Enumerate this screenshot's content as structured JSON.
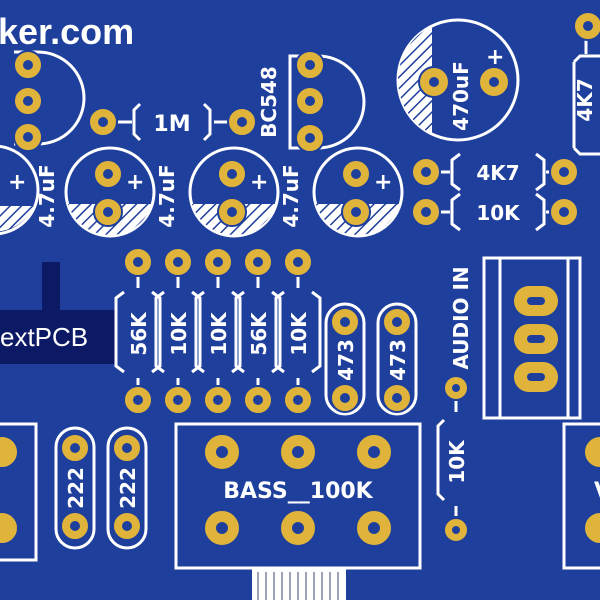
{
  "board": {
    "bg_color": "#1f3f9c",
    "silk_color": "#ffffff",
    "pad_color": "#e0b43a",
    "drill_color": "#1f3f9c",
    "watermark_top": "ker.com",
    "watermark_left": "extPCB"
  },
  "labels": {
    "r_1m": "1M",
    "q_bc548": "BC548",
    "c1": "4.7uF",
    "c2": "4.7uF",
    "c3": "4.7uF",
    "c_470": "470uF",
    "plus": "+",
    "r_4k7_top": "4K7",
    "r_4k7_right": "4K7",
    "r_10k_mid": "10K",
    "r_56k_a": "56K",
    "r_10k_a": "10K",
    "r_10k_b": "10K",
    "r_56k_b": "56K",
    "r_10k_c": "10K",
    "c_473_a": "473",
    "c_473_b": "473",
    "audio_in": "AUDIO IN",
    "r_10k_audio": "10K",
    "c_222_a": "222",
    "c_222_b": "222",
    "pot_bass": "BASS__100K",
    "pot_right_partial": "V"
  }
}
